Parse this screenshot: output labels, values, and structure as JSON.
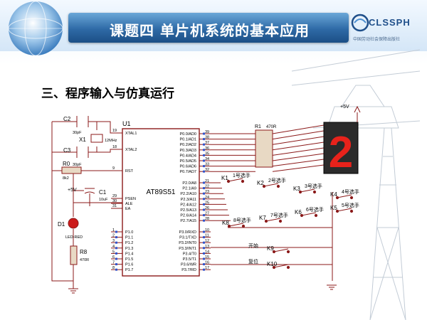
{
  "slide": {
    "title": "课题四   单片机系统的基本应用",
    "logo": "CLSSPH",
    "logo_subtitle": "中国劳动社会保障出版社",
    "section_heading": "三、程序输入与仿真运行"
  },
  "schematic": {
    "mcu": {
      "ref": "U1",
      "part": "AT89S51"
    },
    "crystal": {
      "ref": "X1",
      "value": "12MHz"
    },
    "caps": [
      {
        "ref": "C2",
        "value": "30pF"
      },
      {
        "ref": "C3",
        "value": "30pF"
      },
      {
        "ref": "C1",
        "value": "10uF"
      }
    ],
    "resistors": [
      {
        "ref": "R0",
        "value": "8k2"
      },
      {
        "ref": "R8",
        "value": "470R"
      },
      {
        "ref": "R1",
        "value": "470R"
      }
    ],
    "led": {
      "ref": "D1",
      "value": "LED-RED"
    },
    "supply_labels": [
      "+5V",
      "+5V"
    ],
    "display_digit": "2",
    "left_pins": [
      {
        "num": "19",
        "name": "XTAL1"
      },
      {
        "num": "18",
        "name": "XTAL2"
      },
      {
        "num": "9",
        "name": "RST"
      },
      {
        "num": "29",
        "name": "PSEN"
      },
      {
        "num": "30",
        "name": "ALE"
      },
      {
        "num": "31",
        "name": "EA"
      }
    ],
    "p0_pins": [
      {
        "num": "39",
        "name": "P0.0/AD0"
      },
      {
        "num": "38",
        "name": "P0.1/AD1"
      },
      {
        "num": "37",
        "name": "P0.2/AD2"
      },
      {
        "num": "36",
        "name": "P0.3/AD3"
      },
      {
        "num": "35",
        "name": "P0.4/AD4"
      },
      {
        "num": "34",
        "name": "P0.5/AD5"
      },
      {
        "num": "33",
        "name": "P0.6/AD6"
      },
      {
        "num": "32",
        "name": "P0.7/AD7"
      }
    ],
    "p2_pins": [
      {
        "num": "21",
        "name": "P2.0/A8"
      },
      {
        "num": "22",
        "name": "P2.1/A9"
      },
      {
        "num": "23",
        "name": "P2.2/A10"
      },
      {
        "num": "24",
        "name": "P2.3/A11"
      },
      {
        "num": "25",
        "name": "P2.4/A12"
      },
      {
        "num": "26",
        "name": "P2.5/A13"
      },
      {
        "num": "27",
        "name": "P2.6/A14"
      },
      {
        "num": "28",
        "name": "P2.7/A15"
      }
    ],
    "p1_pins": [
      {
        "num": "1",
        "name": "P1.0"
      },
      {
        "num": "2",
        "name": "P1.1"
      },
      {
        "num": "3",
        "name": "P1.2"
      },
      {
        "num": "4",
        "name": "P1.3"
      },
      {
        "num": "5",
        "name": "P1.4"
      },
      {
        "num": "6",
        "name": "P1.5"
      },
      {
        "num": "7",
        "name": "P1.6"
      },
      {
        "num": "8",
        "name": "P1.7"
      }
    ],
    "p3_pins": [
      {
        "num": "10",
        "name": "P3.0/RXD"
      },
      {
        "num": "11",
        "name": "P3.1/TXD"
      },
      {
        "num": "12",
        "name": "P3.2/INT0"
      },
      {
        "num": "13",
        "name": "P3.3/INT1"
      },
      {
        "num": "14",
        "name": "P3.4/T0"
      },
      {
        "num": "15",
        "name": "P3.5/T1"
      },
      {
        "num": "16",
        "name": "P3.6/WR"
      },
      {
        "num": "17",
        "name": "P3.7/RD"
      }
    ],
    "switches": [
      {
        "ref": "K1",
        "label": "1号选手"
      },
      {
        "ref": "K2",
        "label": "2号选手"
      },
      {
        "ref": "K3",
        "label": "3号选手"
      },
      {
        "ref": "K4",
        "label": "4号选手"
      },
      {
        "ref": "K5",
        "label": "5号选手"
      },
      {
        "ref": "K6",
        "label": "6号选手"
      },
      {
        "ref": "K7",
        "label": "7号选手"
      },
      {
        "ref": "K8",
        "label": "8号选手"
      },
      {
        "ref": "K9",
        "label": "开始"
      },
      {
        "ref": "K10",
        "label": "复位"
      }
    ]
  }
}
